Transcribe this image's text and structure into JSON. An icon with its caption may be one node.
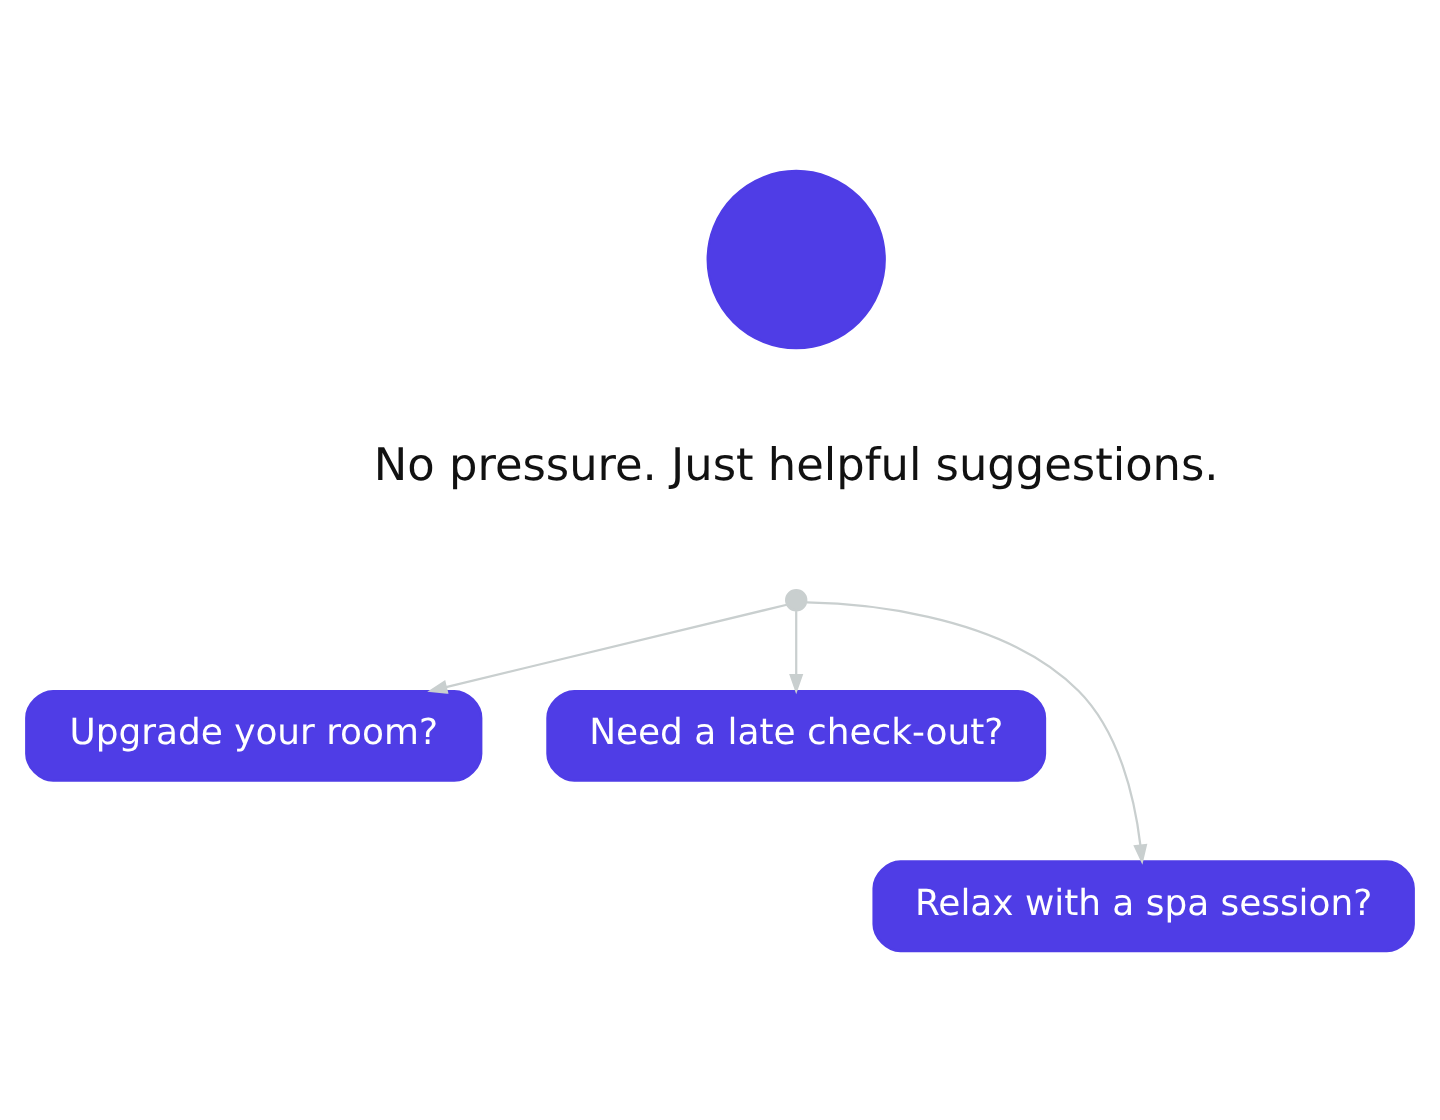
{
  "diagram": {
    "nodes": [
      {
        "text": [],
        "shape": "circle"
      },
      {
        "text": [
          "No pressure. Just helpful suggestions."
        ]
      },
      {
        "text": [],
        "shape": "circle"
      },
      {
        "text": [
          "Upgrade your room?"
        ]
      },
      {
        "text": [
          "Need a late check-out?"
        ]
      },
      {
        "text": [
          "Relax with a spa session?"
        ]
      }
    ],
    "edges": [
      {
        "from": 2,
        "to": 3,
        "arrow": "to"
      },
      {
        "from": 2,
        "to": 4,
        "arrow": "to"
      },
      {
        "from": 2,
        "to": 5,
        "arrow": "to"
      }
    ]
  }
}
